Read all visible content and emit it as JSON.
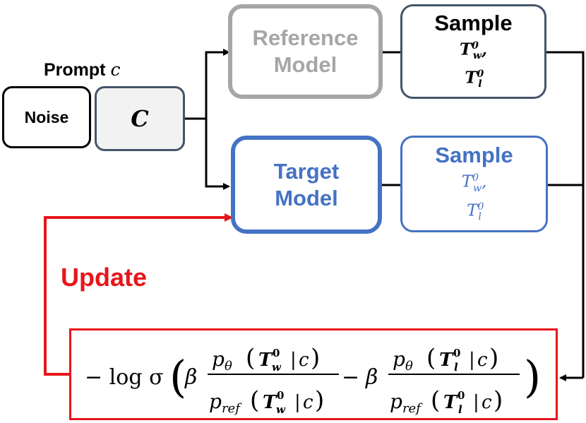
{
  "prompt": {
    "label": "Prompt",
    "var": "c"
  },
  "noise": {
    "label": "Noise"
  },
  "condition": {
    "label": "C"
  },
  "reference_model": {
    "line1": "Reference",
    "line2": "Model"
  },
  "target_model": {
    "line1": "Target",
    "line2": "Model"
  },
  "sample_ref": {
    "title": "Sample",
    "math": "T⁰w, T⁰l"
  },
  "sample_target": {
    "title": "Sample",
    "math": "T⁰w, T⁰l"
  },
  "update": {
    "label": "Update"
  },
  "loss": {
    "prefix": "− log σ",
    "beta": "β",
    "p_theta": "p",
    "theta_sub": "θ",
    "p_ref": "p",
    "ref_sub": "ref",
    "T": "T",
    "zero": "0",
    "w": "w",
    "l": "l",
    "c": "c",
    "minus": "−"
  },
  "colors": {
    "black": "#000000",
    "dark_slate": "#44546a",
    "gray": "#a6a6a6",
    "blue": "#4472c4",
    "red": "#e8151b",
    "cond_fill": "#f2f2f2"
  }
}
